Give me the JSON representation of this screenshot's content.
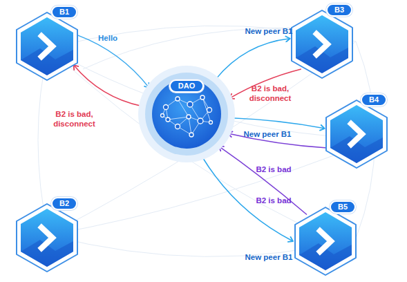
{
  "diagram": {
    "nodes": [
      {
        "text": [
          "B1"
        ]
      },
      {
        "text": [
          "B3"
        ]
      },
      {
        "text": [
          "DAO"
        ]
      },
      {
        "text": [
          "B4"
        ]
      },
      {
        "text": [
          "B2"
        ]
      },
      {
        "text": [
          "B5"
        ]
      }
    ],
    "edges": [
      {
        "from": 0,
        "to": 2,
        "label": "Hello",
        "arrow": "to"
      },
      {
        "from": 2,
        "to": 0,
        "label": "B2 is bad, disconnect",
        "arrow": "to"
      },
      {
        "from": 2,
        "to": 1,
        "label": "New peer B1",
        "arrow": "to"
      },
      {
        "from": 1,
        "to": 2,
        "label": "B2 is bad, disconnect",
        "arrow": "to"
      },
      {
        "from": 2,
        "to": 3,
        "label": "New peer B1",
        "arrow": "to"
      },
      {
        "from": 3,
        "to": 2,
        "label": "B2 is bad",
        "arrow": "to"
      },
      {
        "from": 5,
        "to": 2,
        "label": "B2 is bad",
        "arrow": "to"
      },
      {
        "from": 2,
        "to": 5,
        "label": "New peer B1",
        "arrow": "to"
      }
    ]
  }
}
